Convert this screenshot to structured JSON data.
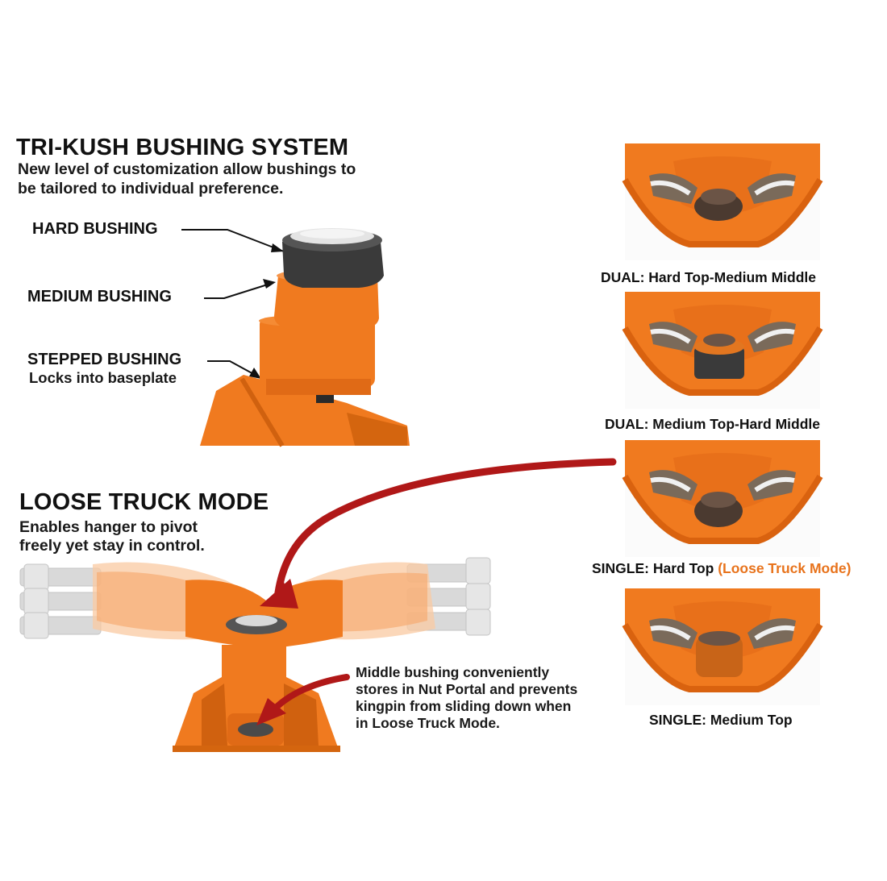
{
  "tri_kush": {
    "title": "TRI-KUSH BUSHING SYSTEM",
    "subtitle_line1": "New level of customization allow bushings to",
    "subtitle_line2": "be tailored to individual preference.",
    "hard_label": "HARD BUSHING",
    "medium_label": "MEDIUM BUSHING",
    "stepped_label": "STEPPED BUSHING",
    "stepped_sub": "Locks into baseplate"
  },
  "loose": {
    "title": "LOOSE TRUCK MODE",
    "line1": "Enables hanger to pivot",
    "line2": "freely yet stay in control.",
    "note_line1": "Middle bushing conveniently",
    "note_line2": "stores in Nut Portal and prevents",
    "note_line3": "kingpin from sliding down when",
    "note_line4": "in Loose Truck Mode."
  },
  "configs": [
    {
      "caption": "DUAL: Hard Top-Medium Middle",
      "accent": ""
    },
    {
      "caption": "DUAL: Medium Top-Hard Middle",
      "accent": ""
    },
    {
      "caption": "SINGLE: Hard Top ",
      "accent": "(Loose Truck Mode)"
    },
    {
      "caption": "SINGLE: Medium Top",
      "accent": ""
    }
  ],
  "colors": {
    "orange": "#f07a1f",
    "dark_orange": "#c85a10",
    "arrow_red": "#b01818",
    "accent_text": "#e8731c"
  }
}
